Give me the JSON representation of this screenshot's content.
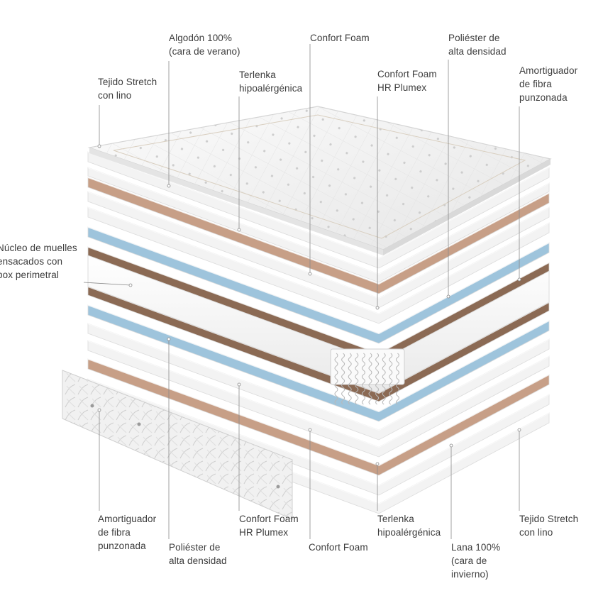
{
  "colors": {
    "white_layer": "#f3f3f3",
    "white_edge": "#dcdcdc",
    "tan_layer": "#c79f87",
    "blue_layer": "#9ec4dc",
    "brown_layer": "#8b6a54",
    "core": "#f7f7f7",
    "text": "#3c3c3c",
    "leader": "#8a8a8a"
  },
  "labels": {
    "top": {
      "tejido_stretch": [
        "Tejido Stretch",
        "con lino"
      ],
      "algodon": [
        "Algodón 100%",
        "(cara de verano)"
      ],
      "terlenka": [
        "Terlenka",
        "hipoalérgénica"
      ],
      "confort_foam": [
        "Confort Foam"
      ],
      "confort_foam_hr": [
        "Confort Foam",
        "HR Plumex"
      ],
      "poliester": [
        "Poliéster de",
        "alta densidad"
      ],
      "amortiguador": [
        "Amortiguador",
        "de fibra",
        "punzonada"
      ]
    },
    "side": {
      "nucleo": [
        "Núcleo de muelles",
        "ensacados con",
        "box perimetral"
      ]
    },
    "bottom": {
      "amortiguador": [
        "Amortiguador",
        "de fibra",
        "punzonada"
      ],
      "poliester": [
        "Poliéster de",
        "alta densidad"
      ],
      "confort_foam_hr": [
        "Confort Foam",
        "HR Plumex"
      ],
      "confort_foam": [
        "Confort Foam"
      ],
      "terlenka": [
        "Terlenka",
        "hipoalérgénica"
      ],
      "lana": [
        "Lana 100%",
        "(cara de",
        "invierno)"
      ],
      "tejido_stretch": [
        "Tejido Stretch",
        "con lino"
      ]
    }
  }
}
